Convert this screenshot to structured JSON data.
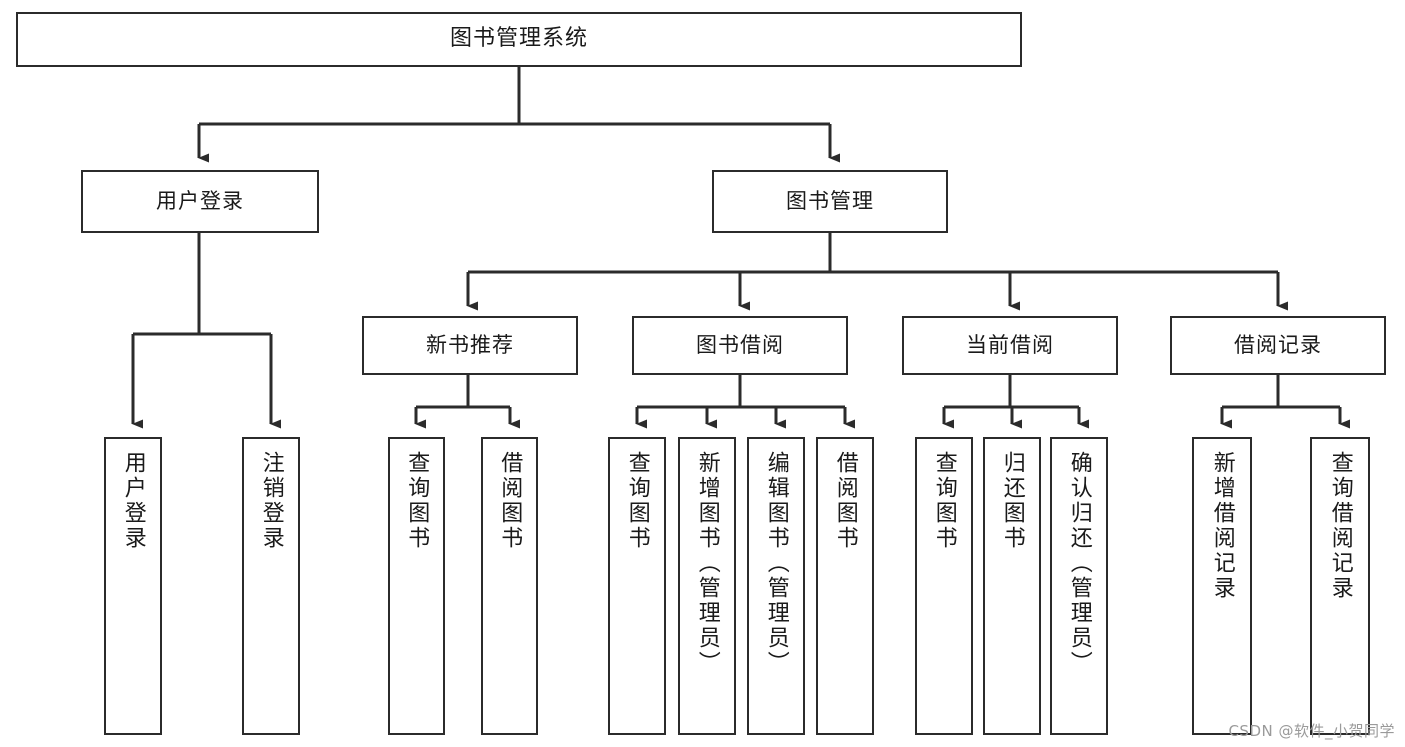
{
  "diagram": {
    "title": "图书管理系统",
    "watermark": "CSDN @软件_小贺同学",
    "stroke_color": "#2b2b2b",
    "fill_color": "#ffffff",
    "text_color": "#1a1a1a",
    "watermark_color": "#9a9a9a",
    "type": "tree-hierarchy-chart",
    "levels": 4,
    "nodes": {
      "root": {
        "label": "图书管理系统",
        "level": 0,
        "orientation": "horizontal"
      },
      "user_login": {
        "label": "用户登录",
        "level": 1,
        "orientation": "horizontal"
      },
      "book_manage": {
        "label": "图书管理",
        "level": 1,
        "orientation": "horizontal"
      },
      "new_book_recommend": {
        "label": "新书推荐",
        "level": 2,
        "orientation": "horizontal"
      },
      "book_borrow": {
        "label": "图书借阅",
        "level": 2,
        "orientation": "horizontal"
      },
      "current_borrow": {
        "label": "当前借阅",
        "level": 2,
        "orientation": "horizontal"
      },
      "borrow_record": {
        "label": "借阅记录",
        "level": 2,
        "orientation": "horizontal"
      },
      "leaf_user_login": {
        "label": "用户登录",
        "level": 3,
        "orientation": "vertical"
      },
      "leaf_logout": {
        "label": "注销登录",
        "level": 3,
        "orientation": "vertical"
      },
      "leaf_query_book_1": {
        "label": "查询图书",
        "level": 3,
        "orientation": "vertical"
      },
      "leaf_borrow_book_1": {
        "label": "借阅图书",
        "level": 3,
        "orientation": "vertical"
      },
      "leaf_query_book_2": {
        "label": "查询图书",
        "level": 3,
        "orientation": "vertical"
      },
      "leaf_add_book": {
        "label": "新增图书（管理员）",
        "level": 3,
        "orientation": "vertical"
      },
      "leaf_edit_book": {
        "label": "编辑图书（管理员）",
        "level": 3,
        "orientation": "vertical"
      },
      "leaf_borrow_book_2": {
        "label": "借阅图书",
        "level": 3,
        "orientation": "vertical"
      },
      "leaf_query_book_3": {
        "label": "查询图书",
        "level": 3,
        "orientation": "vertical"
      },
      "leaf_return_book": {
        "label": "归还图书",
        "level": 3,
        "orientation": "vertical"
      },
      "leaf_confirm_return": {
        "label": "确认归还（管理员）",
        "level": 3,
        "orientation": "vertical"
      },
      "leaf_add_record": {
        "label": "新增借阅记录",
        "level": 3,
        "orientation": "vertical"
      },
      "leaf_query_record": {
        "label": "查询借阅记录",
        "level": 3,
        "orientation": "vertical"
      }
    },
    "edges": [
      {
        "from": "root",
        "to": "user_login"
      },
      {
        "from": "root",
        "to": "book_manage"
      },
      {
        "from": "book_manage",
        "to": "new_book_recommend"
      },
      {
        "from": "book_manage",
        "to": "book_borrow"
      },
      {
        "from": "book_manage",
        "to": "current_borrow"
      },
      {
        "from": "book_manage",
        "to": "borrow_record"
      },
      {
        "from": "user_login",
        "to": "leaf_user_login"
      },
      {
        "from": "user_login",
        "to": "leaf_logout"
      },
      {
        "from": "new_book_recommend",
        "to": "leaf_query_book_1"
      },
      {
        "from": "new_book_recommend",
        "to": "leaf_borrow_book_1"
      },
      {
        "from": "book_borrow",
        "to": "leaf_query_book_2"
      },
      {
        "from": "book_borrow",
        "to": "leaf_add_book"
      },
      {
        "from": "book_borrow",
        "to": "leaf_edit_book"
      },
      {
        "from": "book_borrow",
        "to": "leaf_borrow_book_2"
      },
      {
        "from": "current_borrow",
        "to": "leaf_query_book_3"
      },
      {
        "from": "current_borrow",
        "to": "leaf_return_book"
      },
      {
        "from": "current_borrow",
        "to": "leaf_confirm_return"
      },
      {
        "from": "borrow_record",
        "to": "leaf_add_record"
      },
      {
        "from": "borrow_record",
        "to": "leaf_query_record"
      }
    ]
  }
}
